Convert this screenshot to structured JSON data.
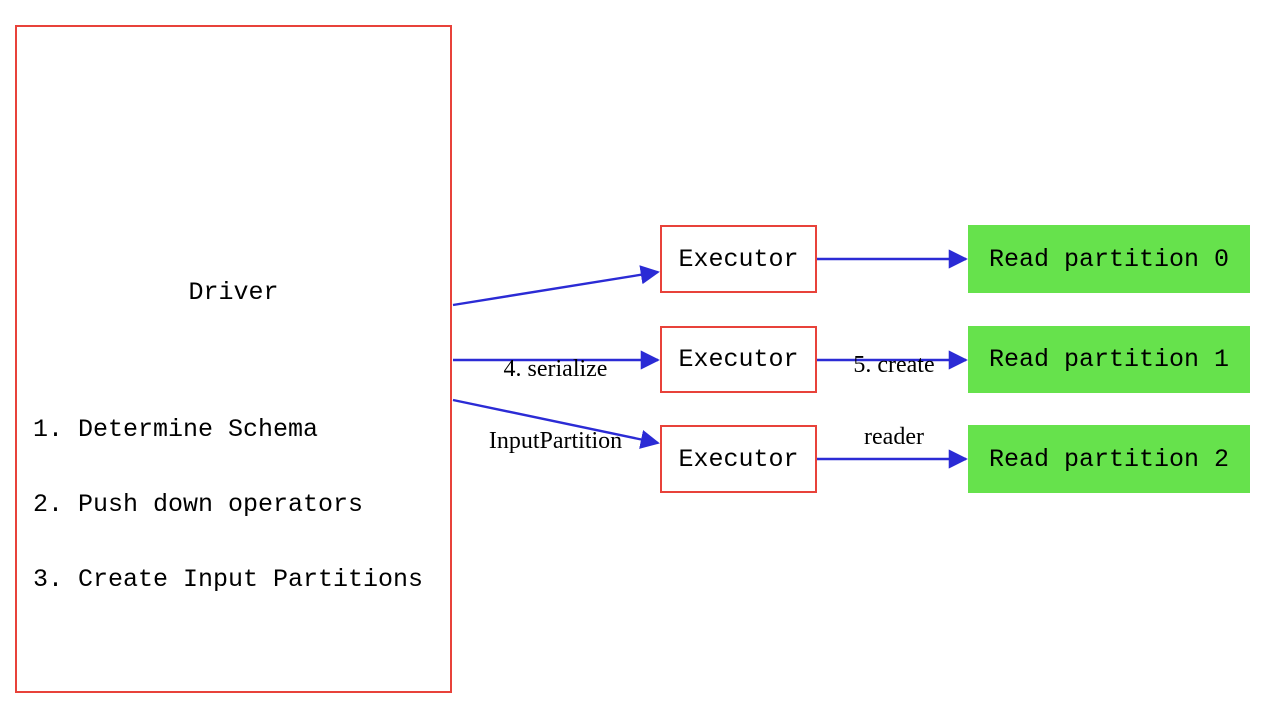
{
  "diagram": {
    "driver": {
      "title": "Driver",
      "steps": [
        "1. Determine Schema",
        "2. Push down operators",
        "3. Create Input Partitions"
      ]
    },
    "rows": [
      {
        "executor": "Executor",
        "partition": "Read partition 0"
      },
      {
        "executor": "Executor",
        "partition": "Read partition 1"
      },
      {
        "executor": "Executor",
        "partition": "Read partition 2"
      }
    ],
    "edge_labels": {
      "serialize": {
        "line1": "4. serialize",
        "line2": "InputPartition"
      },
      "create_reader": {
        "line1": "5. create",
        "line2": "reader"
      }
    }
  },
  "colors": {
    "box_border": "#e8423a",
    "arrow_blue": "#2b2bd5",
    "partition_green": "#66e24c",
    "text": "#000000"
  }
}
